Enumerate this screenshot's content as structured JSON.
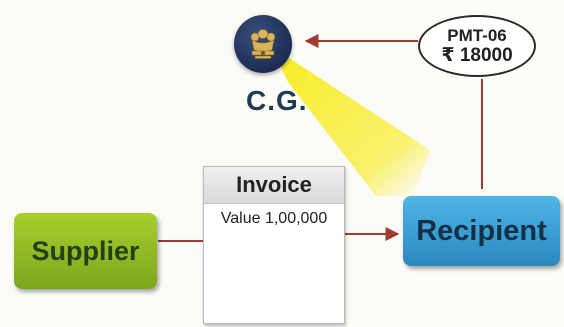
{
  "government": {
    "label": "C.G.",
    "icon": "state-emblem-icon"
  },
  "payment_bubble": {
    "form": "PMT-06",
    "amount": "₹ 18000"
  },
  "invoice": {
    "title": "Invoice",
    "value_text": "Value 1,00,000"
  },
  "nodes": {
    "supplier": "Supplier",
    "recipient": "Recipient"
  },
  "colors": {
    "supplier": "#8fb823",
    "recipient": "#3a9fd4",
    "arrow": "#a23a30",
    "beam": "#f3ec3a",
    "emblem": "#1f2f55"
  }
}
